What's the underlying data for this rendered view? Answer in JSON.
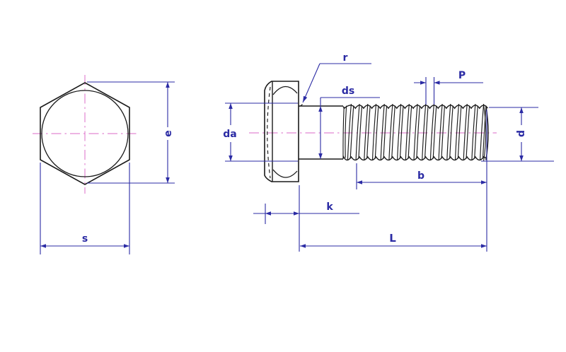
{
  "drawing": {
    "colors": {
      "outline": "#1a1a1a",
      "dimension": "#2b2ba4",
      "centerline": "#e287d2"
    },
    "front_view": {
      "dims": {
        "e": "e",
        "s": "s"
      }
    },
    "side_view": {
      "dims": {
        "r": "r",
        "ds": "ds",
        "p": "P",
        "da": "da",
        "d": "d",
        "b": "b",
        "k": "k",
        "l": "L"
      }
    }
  }
}
